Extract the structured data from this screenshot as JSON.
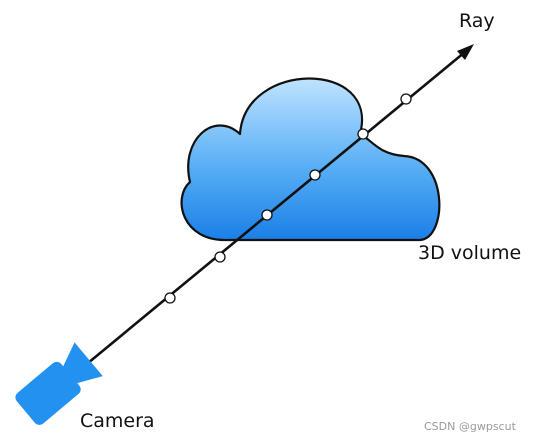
{
  "labels": {
    "ray": "Ray",
    "volume": "3D volume",
    "camera": "Camera"
  },
  "watermark": "CSDN @gwpscut",
  "icons": {
    "camera": "video-camera-icon",
    "volume": "cloud-icon"
  },
  "colors": {
    "cloud_top": "#bfe3ff",
    "cloud_bottom": "#1a7fe6",
    "camera": "#2391f0",
    "ray": "#111111",
    "sample_fill": "#ffffff"
  }
}
